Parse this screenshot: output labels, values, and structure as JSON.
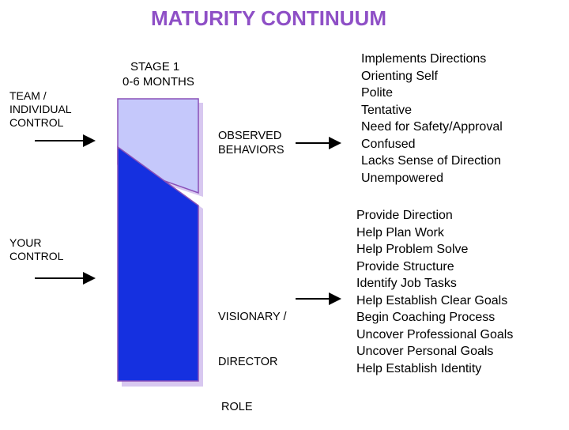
{
  "title": "MATURITY CONTINUUM",
  "stage": {
    "line1": "STAGE 1",
    "line2": "0-6 MONTHS"
  },
  "left_labels": {
    "team": [
      "TEAM /",
      "INDIVIDUAL",
      "CONTROL"
    ],
    "your": [
      "YOUR",
      "CONTROL"
    ]
  },
  "middle_labels": {
    "observed": [
      "OBSERVED",
      "BEHAVIORS"
    ],
    "visionary": [
      "VISIONARY /",
      "DIRECTOR",
      " ROLE"
    ]
  },
  "observed_behaviors": [
    "Implements Directions",
    "Orienting Self",
    "Polite",
    "Tentative",
    "Need for Safety/Approval",
    "Confused",
    "Lacks Sense of Direction",
    "Unempowered"
  ],
  "director_role": [
    "Provide Direction",
    "Help Plan Work",
    "Help Problem Solve",
    "Provide Structure",
    "Identify Job Tasks",
    "Help Establish Clear Goals",
    "Begin Coaching Process",
    "Uncover Professional Goals",
    "Uncover Personal Goals",
    "Help Establish Identity"
  ],
  "colors": {
    "title": "#8e4fc6",
    "upper_block": "#c5c8fb",
    "lower_block": "#1530e0",
    "block_border": "#8a50b8",
    "shadow": "#d8c8f0"
  }
}
